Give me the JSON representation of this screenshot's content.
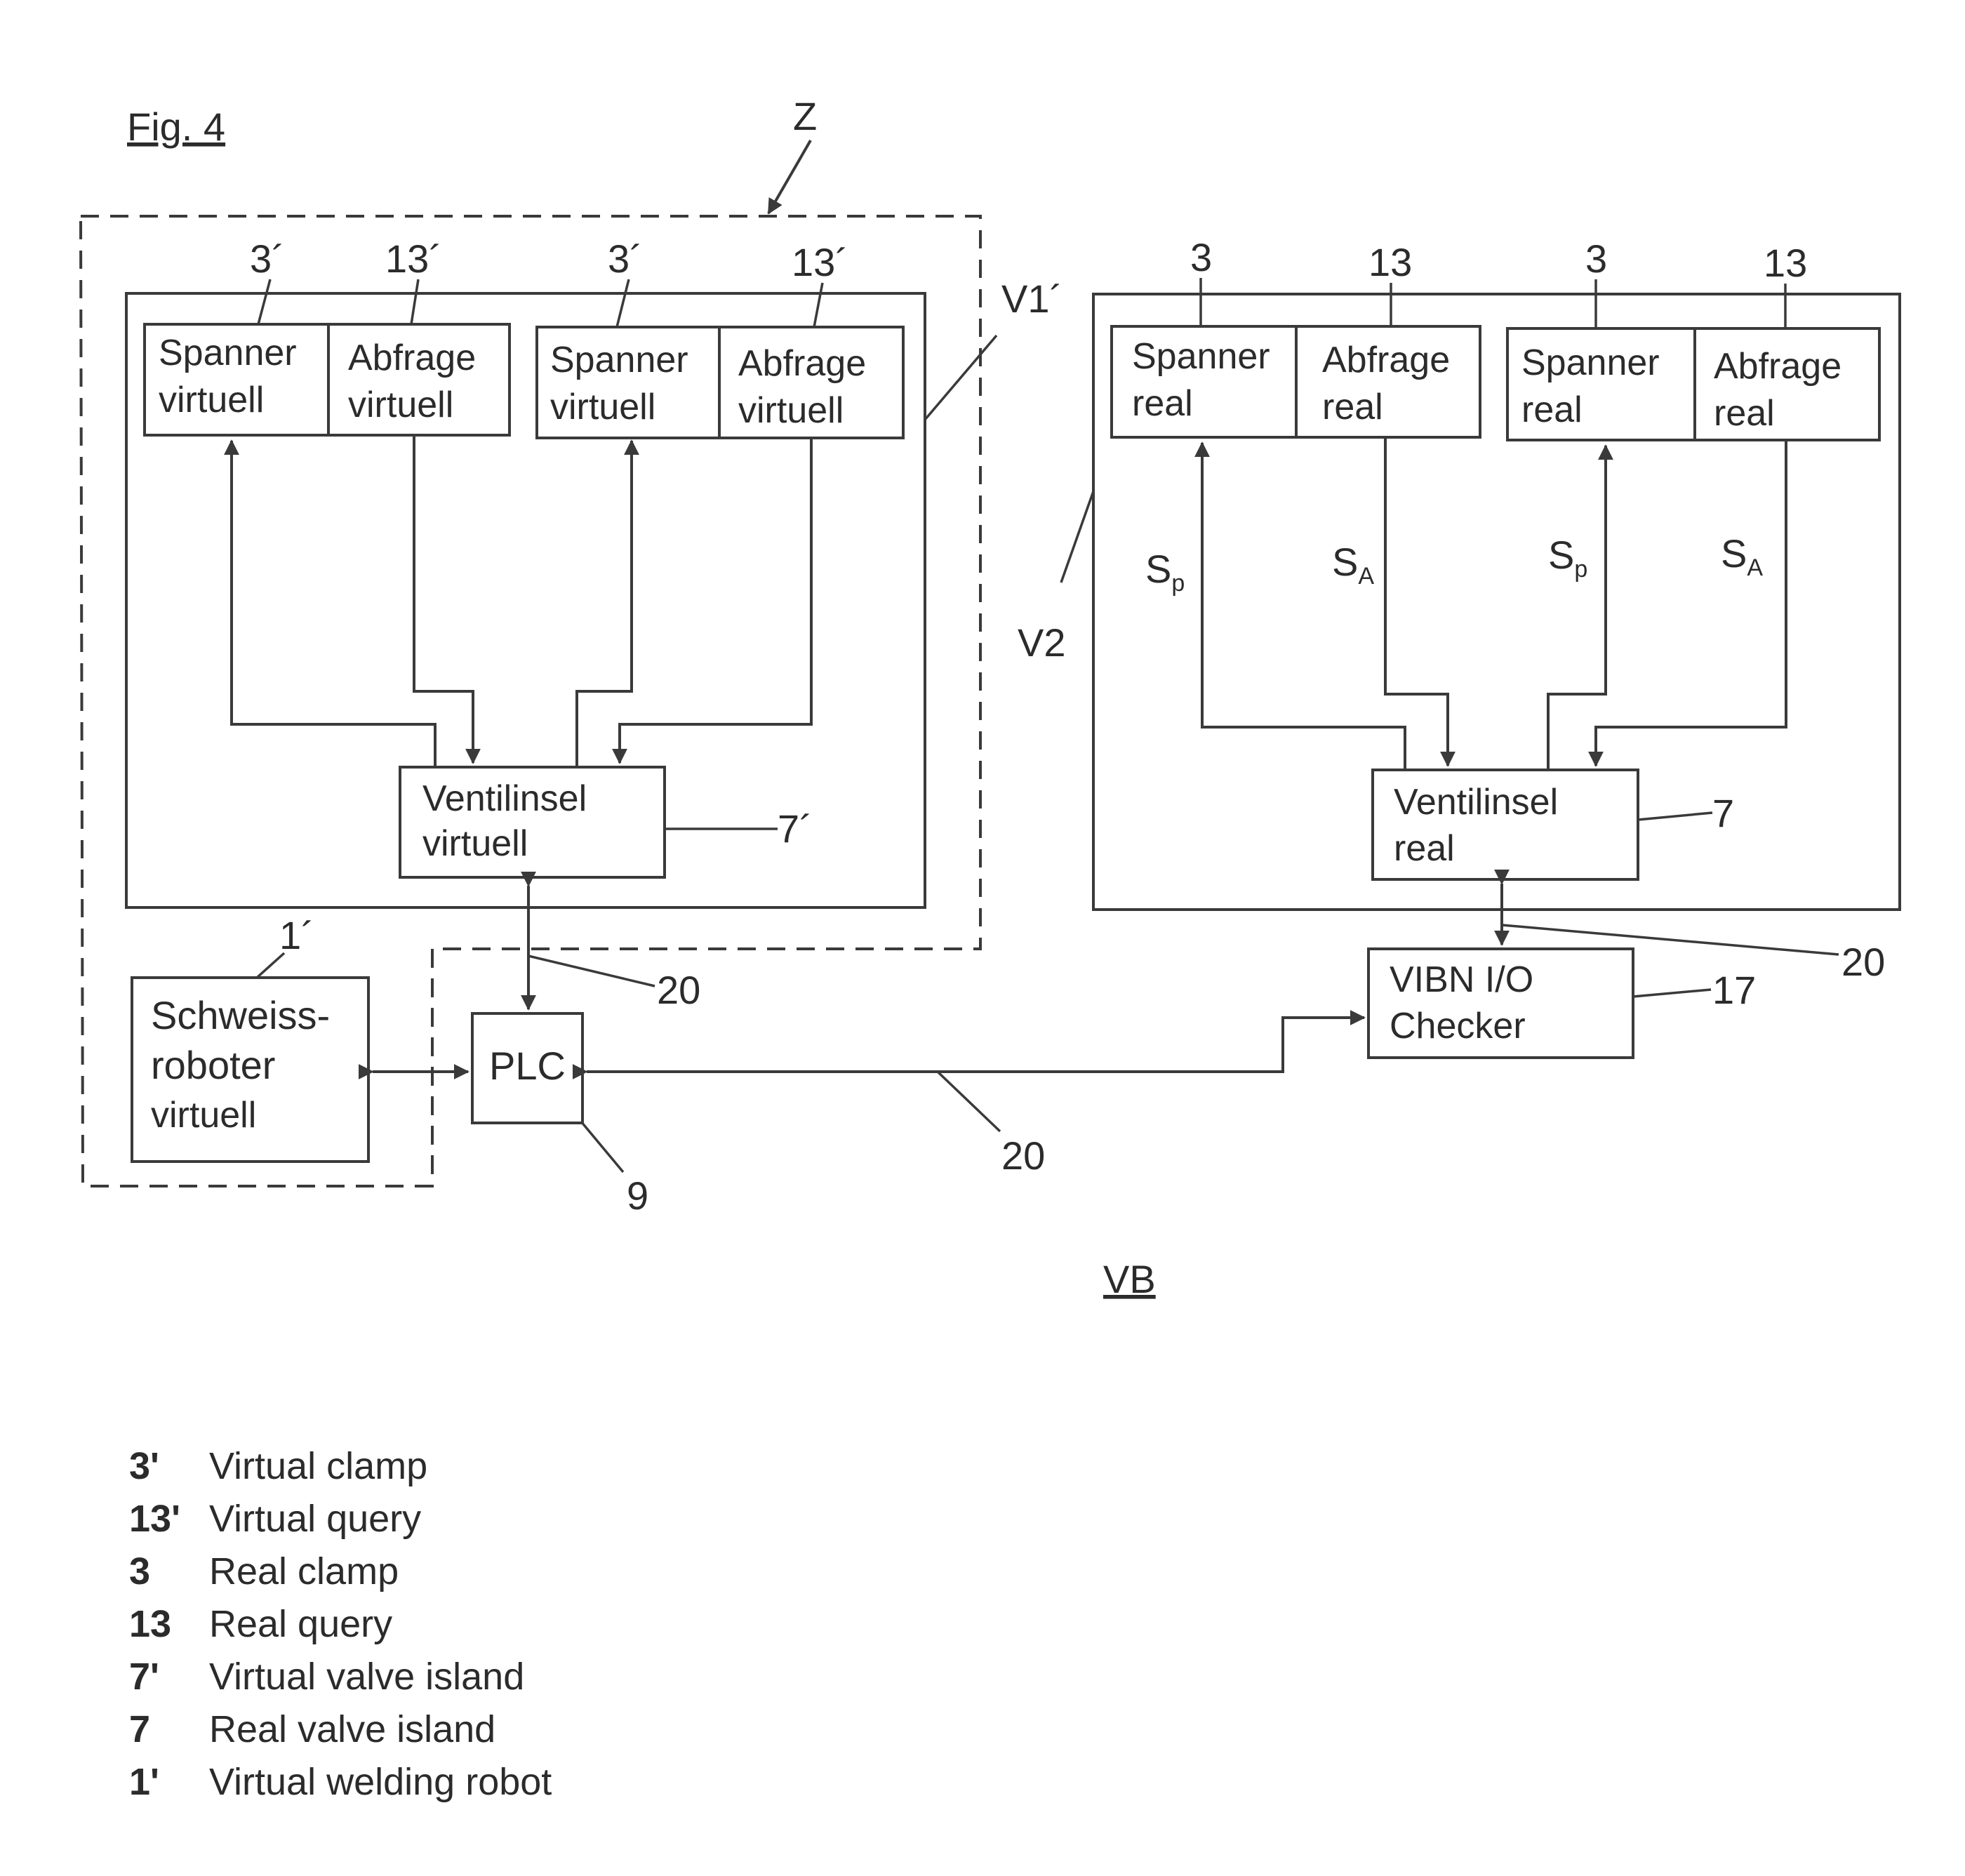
{
  "figure": {
    "title": "Fig. 4",
    "caption": "VB",
    "zone": "Z"
  },
  "virtual": {
    "ref": "V1´",
    "pairs": [
      {
        "clamp_ref": "3´",
        "query_ref": "13´",
        "clamp_line1": "Spanner",
        "clamp_line2": "virtuell",
        "query_line1": "Abfrage",
        "query_line2": "virtuell"
      },
      {
        "clamp_ref": "3´",
        "query_ref": "13´",
        "clamp_line1": "Spanner",
        "clamp_line2": "virtuell",
        "query_line1": "Abfrage",
        "query_line2": "virtuell"
      }
    ],
    "valve": {
      "line1": "Ventilinsel",
      "line2": "virtuell",
      "ref": "7´"
    }
  },
  "real": {
    "ref": "V2",
    "pairs": [
      {
        "clamp_ref": "3",
        "query_ref": "13",
        "clamp_line1": "Spanner",
        "clamp_line2": "real",
        "query_line1": "Abfrage",
        "query_line2": "real",
        "sp_main": "S",
        "sp_sub": "p",
        "sa_main": "S",
        "sa_sub": "A"
      },
      {
        "clamp_ref": "3",
        "query_ref": "13",
        "clamp_line1": "Spanner",
        "clamp_line2": "real",
        "query_line1": "Abfrage",
        "query_line2": "real",
        "sp_main": "S",
        "sp_sub": "p",
        "sa_main": "S",
        "sa_sub": "A"
      }
    ],
    "valve": {
      "line1": "Ventilinsel",
      "line2": "real",
      "ref": "7"
    }
  },
  "robot": {
    "line1": "Schweiss-",
    "line2": "roboter",
    "line3": "virtuell",
    "ref": "1´"
  },
  "plc": {
    "label": "PLC",
    "ref": "9"
  },
  "checker": {
    "line1": "VIBN I/O",
    "line2": "Checker",
    "ref": "17"
  },
  "bus": {
    "ref_a": "20",
    "ref_b": "20",
    "ref_c": "20"
  },
  "legend": [
    {
      "key": "3'",
      "desc": "Virtual clamp"
    },
    {
      "key": "13'",
      "desc": "Virtual query"
    },
    {
      "key": "3",
      "desc": "Real clamp"
    },
    {
      "key": "13",
      "desc": "Real query"
    },
    {
      "key": "7'",
      "desc": "Virtual valve island"
    },
    {
      "key": "7",
      "desc": "Real valve island"
    },
    {
      "key": "1'",
      "desc": "Virtual welding robot"
    }
  ]
}
